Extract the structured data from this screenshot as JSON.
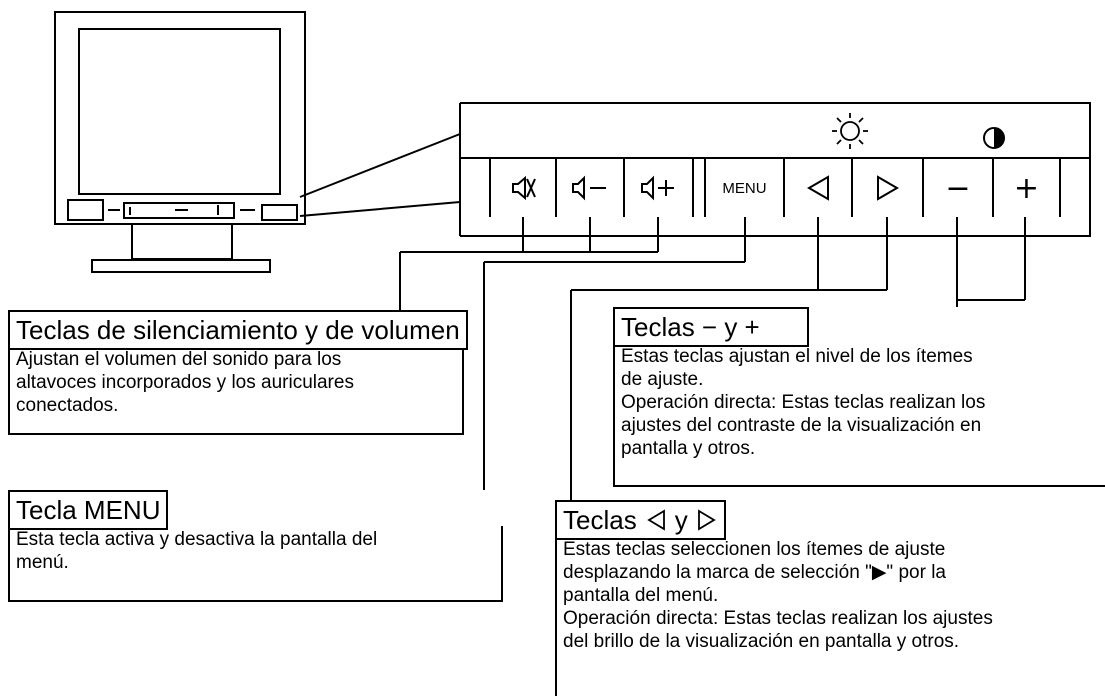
{
  "panel": {
    "brightness_icon": "sun-icon",
    "contrast_icon": "half-circle-icon",
    "buttons": {
      "mute": "mute-speaker-icon",
      "vol_down": "speaker-minus-icon",
      "vol_up": "speaker-plus-icon",
      "menu": "MENU",
      "left": "left-triangle-icon",
      "right": "right-triangle-icon",
      "minus": "−",
      "plus": "+"
    }
  },
  "callouts": {
    "volume": {
      "title": "Teclas de silenciamiento y de volumen",
      "body": "Ajustan el volumen del sonido para los\naltavoces incorporados y los auriculares\nconectados."
    },
    "menu": {
      "title": "Tecla MENU",
      "body": "Esta tecla activa y desactiva la pantalla del\nmenú."
    },
    "minus_plus": {
      "title": "Teclas − y +",
      "body": "Estas teclas ajustan el nivel de los ítemes\nde ajuste.\nOperación directa:  Estas teclas realizan los\najustes del contraste de la visualización en\npantalla y otros."
    },
    "arrows": {
      "title_prefix": "Teclas",
      "title_mid": "y",
      "body": "Estas teclas seleccionen los ítemes de ajuste\ndesplazando la marca de selección \"▶\" por la\npantalla del menú.\nOperación directa: Estas teclas realizan los ajustes\ndel brillo de la visualización en pantalla y otros."
    }
  }
}
